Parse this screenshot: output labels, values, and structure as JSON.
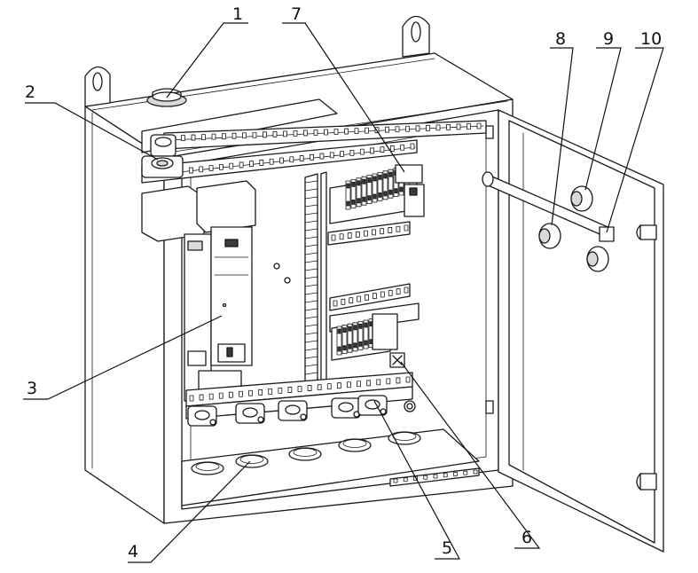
{
  "callouts": [
    {
      "id": "1",
      "text": "1"
    },
    {
      "id": "2",
      "text": "2"
    },
    {
      "id": "3",
      "text": "3"
    },
    {
      "id": "4",
      "text": "4"
    },
    {
      "id": "5",
      "text": "5"
    },
    {
      "id": "6",
      "text": "6"
    },
    {
      "id": "7",
      "text": "7"
    },
    {
      "id": "8",
      "text": "8"
    },
    {
      "id": "9",
      "text": "9"
    },
    {
      "id": "10",
      "text": "10"
    }
  ],
  "colors": {
    "line": "#1a1a1a",
    "background": "#ffffff",
    "shade": "#d9d9d9"
  }
}
